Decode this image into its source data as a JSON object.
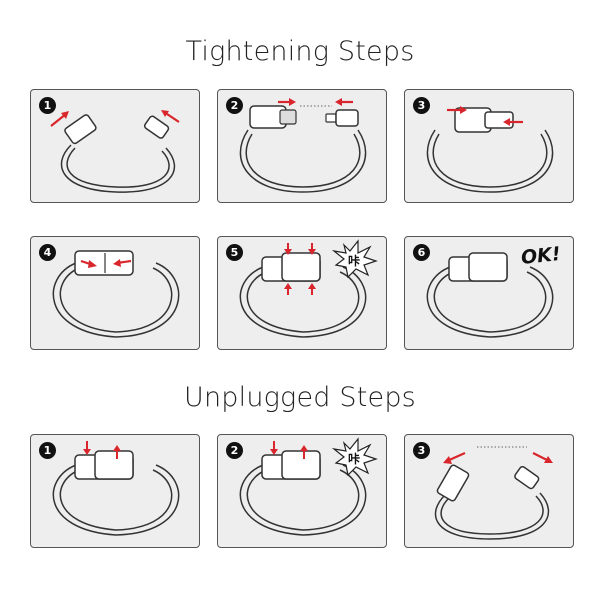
{
  "tightening": {
    "title": "Tightening Steps",
    "steps": [
      {
        "number": "1"
      },
      {
        "number": "2"
      },
      {
        "number": "3"
      },
      {
        "number": "4"
      },
      {
        "number": "5",
        "sound": "咔"
      },
      {
        "number": "6",
        "ok": "OK!"
      }
    ]
  },
  "unplugged": {
    "title": "Unplugged Steps",
    "steps": [
      {
        "number": "1"
      },
      {
        "number": "2",
        "sound": "咔"
      },
      {
        "number": "3"
      }
    ]
  },
  "colors": {
    "arrow": "#d9262c",
    "panel_bg": "#eeeeee",
    "panel_border": "#555555",
    "line": "#333333"
  }
}
